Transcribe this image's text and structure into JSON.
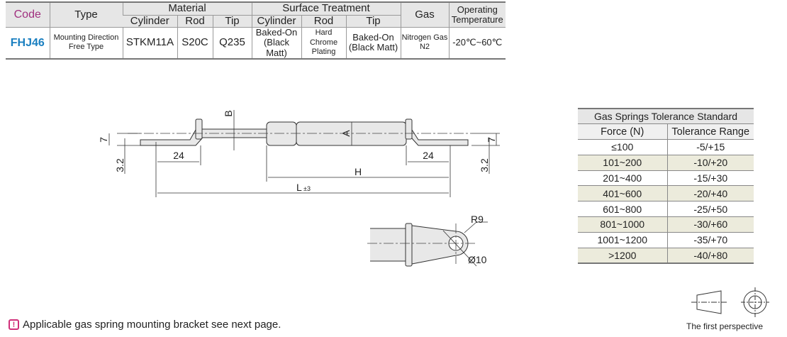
{
  "spec_table": {
    "headers": {
      "code": "Code",
      "type": "Type",
      "material": "Material",
      "surface": "Surface Treatment",
      "gas": "Gas",
      "temp": "Operating Temperature",
      "sub": [
        "Cylinder",
        "Rod",
        "Tip",
        "Cylinder",
        "Rod",
        "Tip"
      ]
    },
    "row": {
      "code": "FHJ46",
      "type": "Mounting Direction Free Type",
      "mat_cyl": "STKM11A",
      "mat_rod": "S20C",
      "mat_tip": "Q235",
      "st_cyl": "Baked-On (Black Matt)",
      "st_rod": "Hard Chrome Plating",
      "st_tip": "Baked-On (Black Matt)",
      "gas": "Nitrogen Gas N2",
      "temp": "-20℃~60℃"
    }
  },
  "drawing": {
    "dim_b": "B",
    "dim_a": "A",
    "dim_7": "7",
    "dim_32": "3.2",
    "dim_24": "24",
    "dim_h": "H",
    "dim_l": "L",
    "dim_l_tol": "±3",
    "r9": "R9",
    "d10": "Ø10"
  },
  "tolerance": {
    "title": "Gas Springs Tolerance Standard",
    "headers": [
      "Force (N)",
      "Tolerance Range"
    ],
    "rows": [
      [
        "≤100",
        "-5/+15"
      ],
      [
        "101~200",
        "-10/+20"
      ],
      [
        "201~400",
        "-15/+30"
      ],
      [
        "401~600",
        "-20/+40"
      ],
      [
        "601~800",
        "-25/+50"
      ],
      [
        "801~1000",
        "-30/+60"
      ],
      [
        "1001~1200",
        "-35/+70"
      ],
      [
        ">1200",
        "-40/+80"
      ]
    ]
  },
  "note": "Applicable gas spring mounting bracket see next page.",
  "perspective_label": "The first perspective",
  "colors": {
    "code_header": "#a0307f",
    "code_value": "#1a7fc0",
    "row_alt": "#ecebdc",
    "note_icon": "#d0307a"
  }
}
